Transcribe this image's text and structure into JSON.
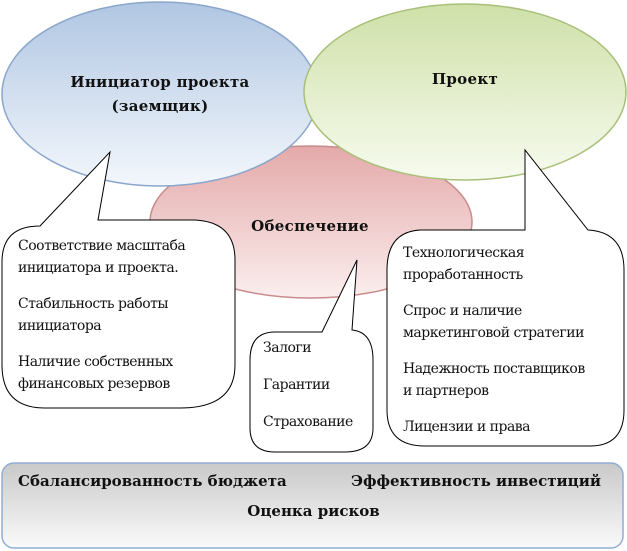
{
  "circles": {
    "initiator": {
      "label_line1": "Инициатор проекта",
      "label_line2": "(заемщик)",
      "color": "#b4c8e2"
    },
    "project": {
      "label": "Проект",
      "color": "#d4e3b0"
    },
    "security": {
      "label": "Обеспечение",
      "color": "#e9b6b6"
    }
  },
  "callouts": {
    "initiator": [
      "Соответствие масштаба",
      "инициатора и проекта.",
      "Стабильность работы",
      "инициатора",
      "Наличие собственных",
      "финансовых резервов"
    ],
    "security": [
      "Залоги",
      "Гарантии",
      "Страхование"
    ],
    "project": [
      "Технологическая",
      "проработанность",
      "Спрос и наличие",
      "маркетинговой стратегии",
      "Надежность поставщиков",
      "и партнеров",
      "Лицензии и права"
    ]
  },
  "bottom_bar": {
    "left": "Сбалансированность бюджета",
    "right": "Эффективность инвестиций",
    "center": "Оценка рисков"
  }
}
